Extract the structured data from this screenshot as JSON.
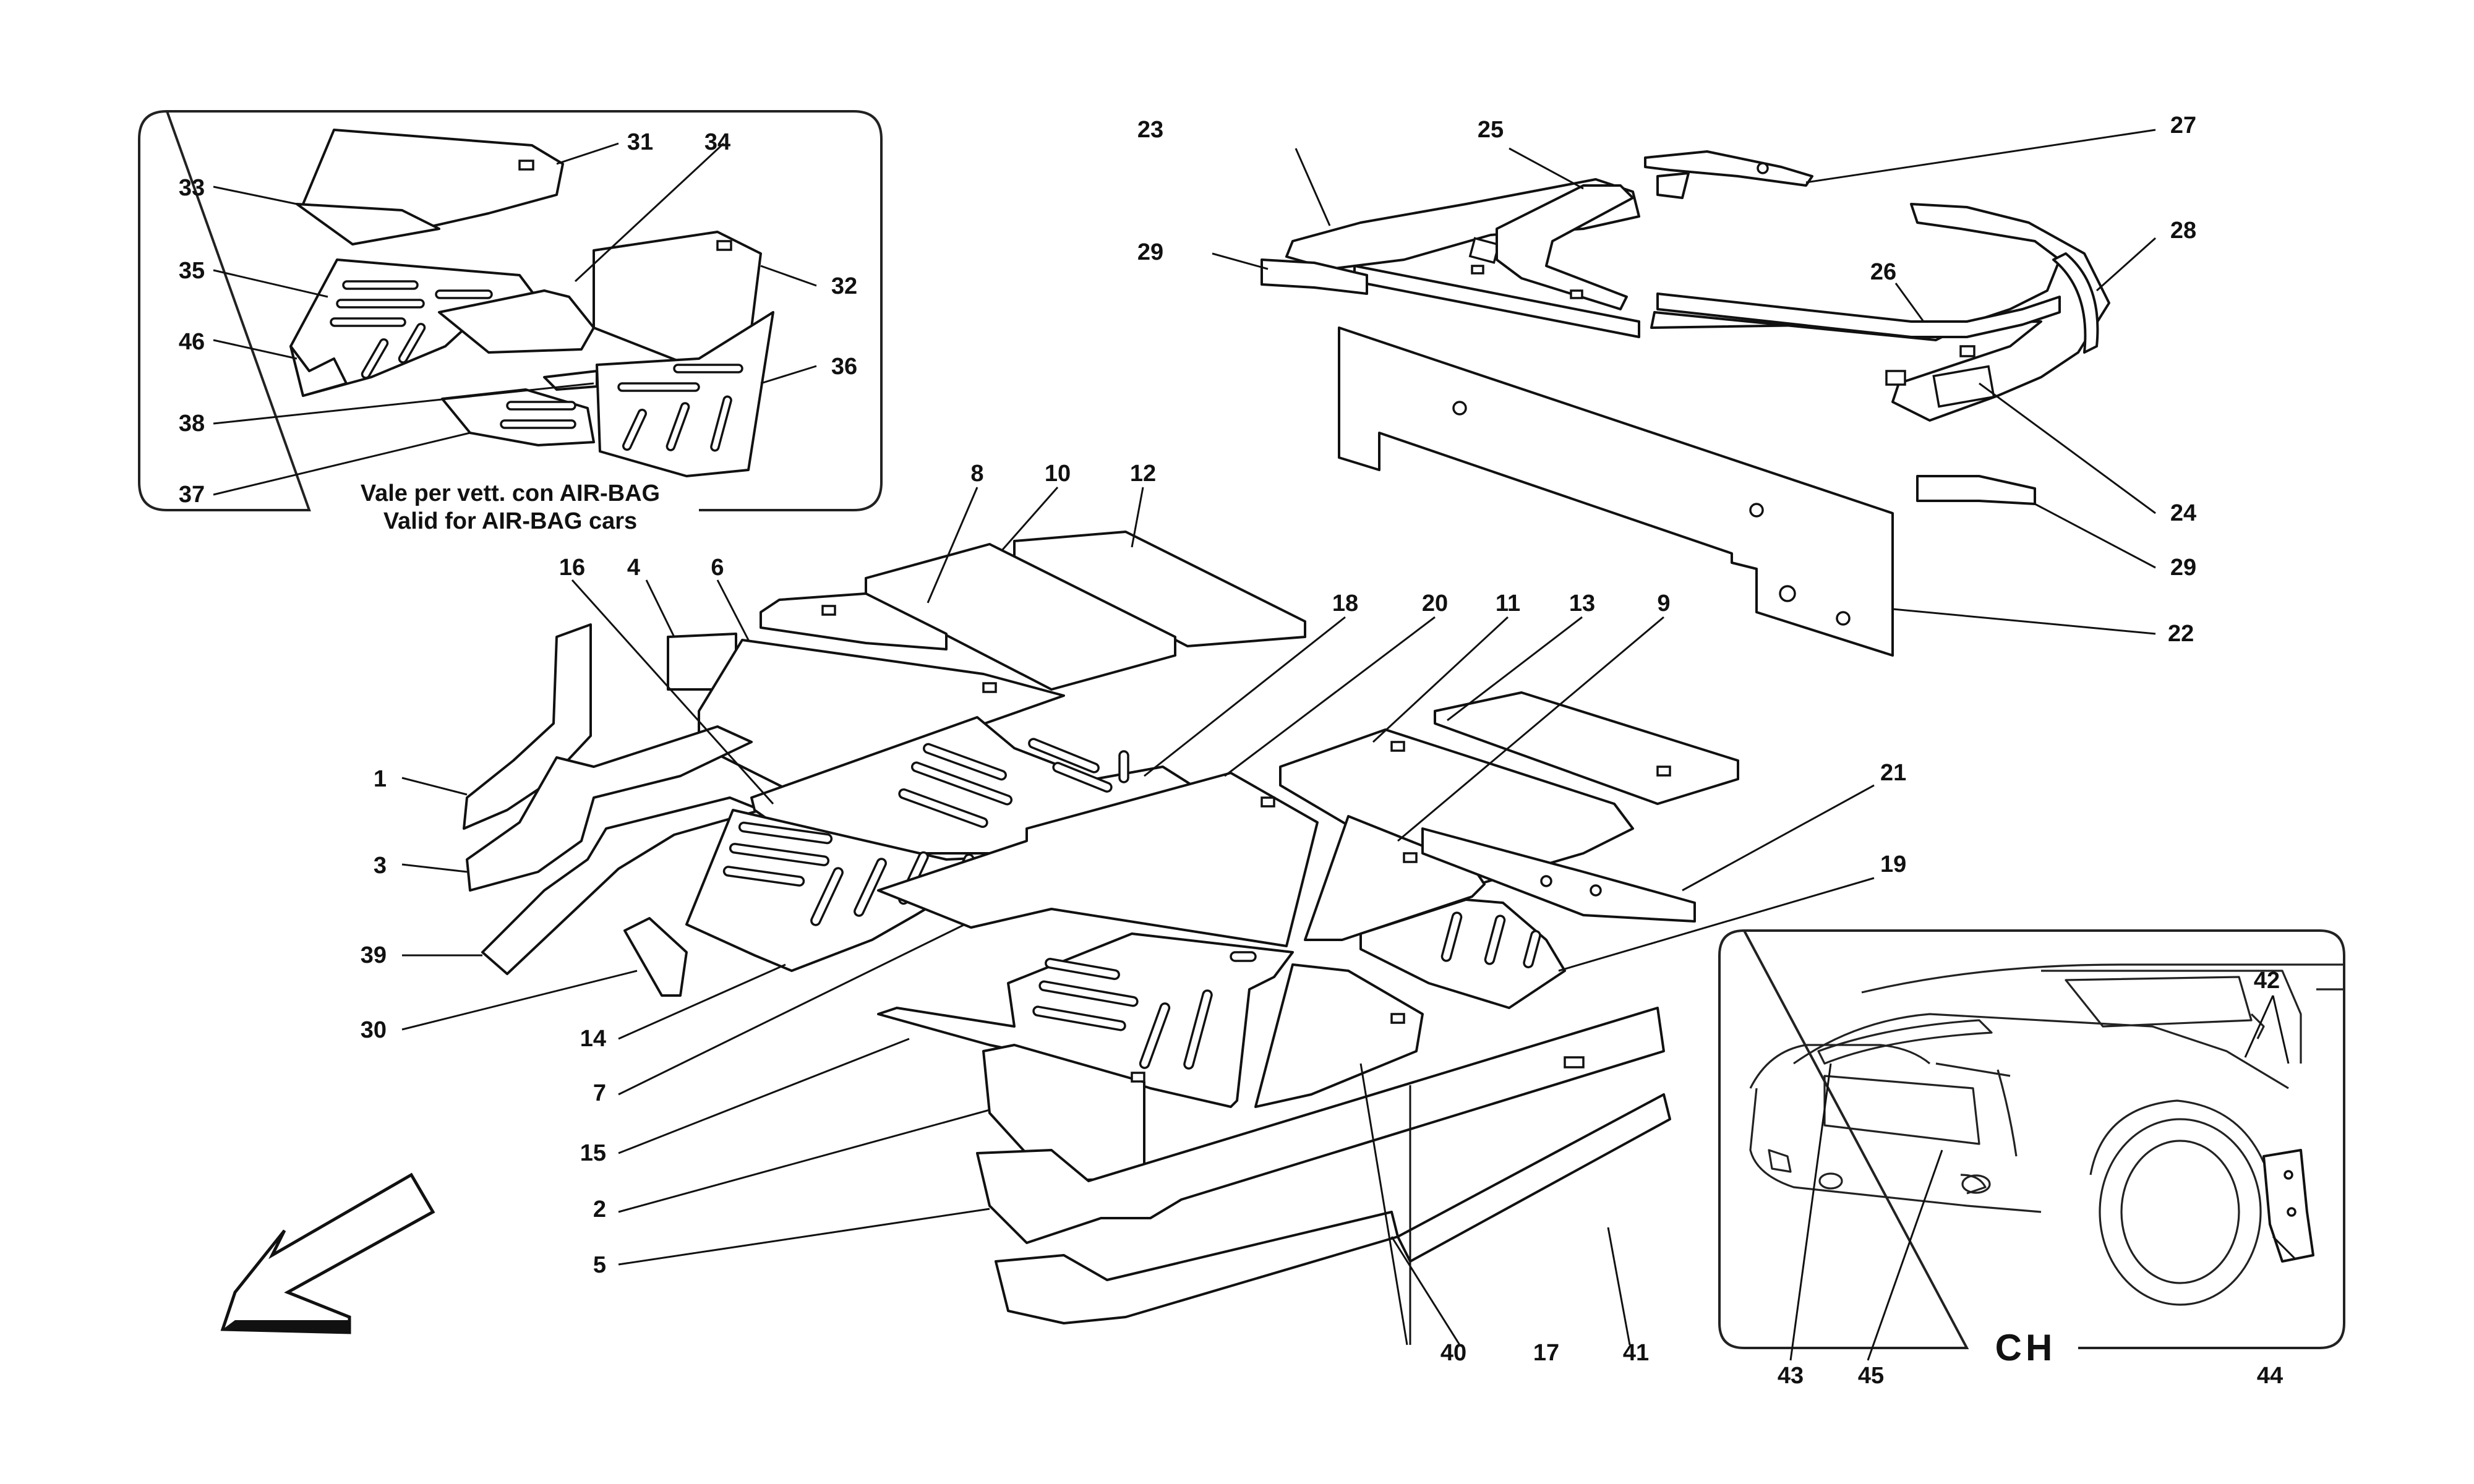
{
  "labels": {
    "n1": "1",
    "n2": "2",
    "n3": "3",
    "n4": "4",
    "n5": "5",
    "n6": "6",
    "n7": "7",
    "n8": "8",
    "n9": "9",
    "n10": "10",
    "n11": "11",
    "n12": "12",
    "n13": "13",
    "n14": "14",
    "n15": "15",
    "n16": "16",
    "n17": "17",
    "n18": "18",
    "n19": "19",
    "n20": "20",
    "n21": "21",
    "n22": "22",
    "n23": "23",
    "n24": "24",
    "n25": "25",
    "n26": "26",
    "n27": "27",
    "n28": "28",
    "n29a": "29",
    "n29b": "29",
    "n30": "30",
    "n31": "31",
    "n32": "32",
    "n33": "33",
    "n34": "34",
    "n35": "35",
    "n36": "36",
    "n37": "37",
    "n38": "38",
    "n39": "39",
    "n40": "40",
    "n41": "41",
    "n42": "42",
    "n43": "43",
    "n44": "44",
    "n45": "45",
    "n46": "46"
  },
  "airbag_panel": {
    "caption_line1": "Vale per vett. con AIR-BAG",
    "caption_line2": "Valid for AIR-BAG cars"
  },
  "ch_panel": {
    "title": "CH"
  }
}
